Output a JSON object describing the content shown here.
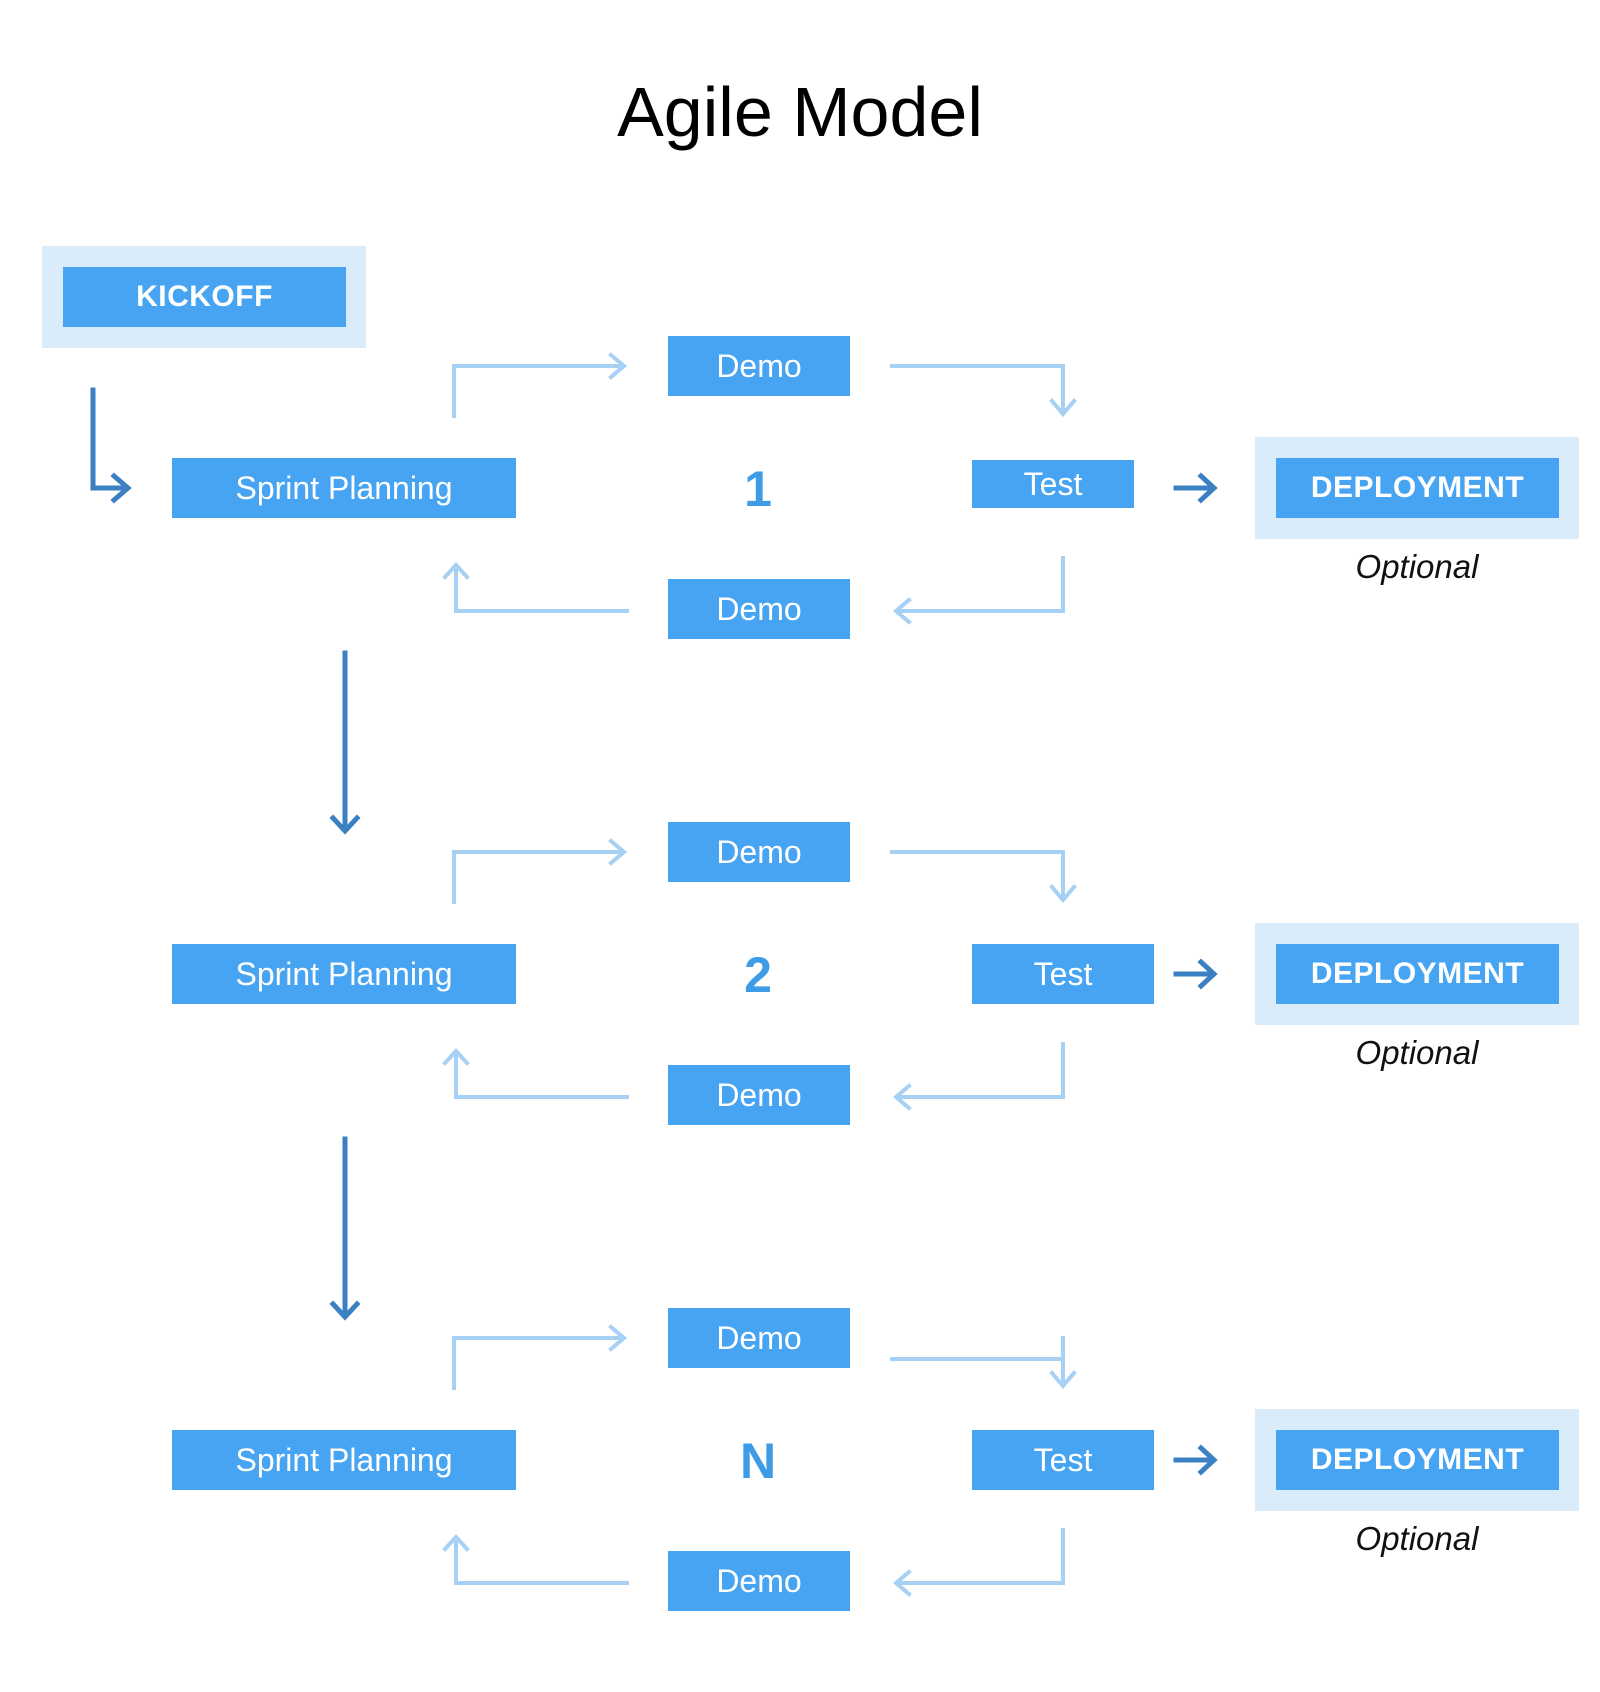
{
  "title": "Agile Model",
  "kickoff": {
    "label": "KICKOFF"
  },
  "sprints": [
    {
      "number": "1",
      "planning": "Sprint Planning",
      "demo_top": "Demo",
      "demo_bottom": "Demo",
      "test": "Test",
      "deployment": "DEPLOYMENT",
      "optional": "Optional"
    },
    {
      "number": "2",
      "planning": "Sprint Planning",
      "demo_top": "Demo",
      "demo_bottom": "Demo",
      "test": "Test",
      "deployment": "DEPLOYMENT",
      "optional": "Optional"
    },
    {
      "number": "N",
      "planning": "Sprint Planning",
      "demo_top": "Demo",
      "demo_bottom": "Demo",
      "test": "Test",
      "deployment": "DEPLOYMENT",
      "optional": "Optional"
    }
  ],
  "colors": {
    "box": "#47a4f2",
    "halo": "#daebfa",
    "flow_arrow": "#3a80c2",
    "loop_arrow": "#a7d0f5",
    "number": "#3e9ce6"
  }
}
